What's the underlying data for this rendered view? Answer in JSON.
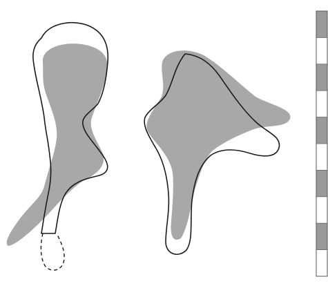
{
  "colors": {
    "shade": "#a8a8a8",
    "outline": "#1a1a1a",
    "scale_dark": "#9a9a9a",
    "scale_light": "#ffffff"
  },
  "scale_bar": {
    "segments": 10,
    "pattern": [
      "dark",
      "light",
      "dark",
      "light",
      "dark",
      "light",
      "dark",
      "light",
      "dark",
      "light"
    ]
  }
}
